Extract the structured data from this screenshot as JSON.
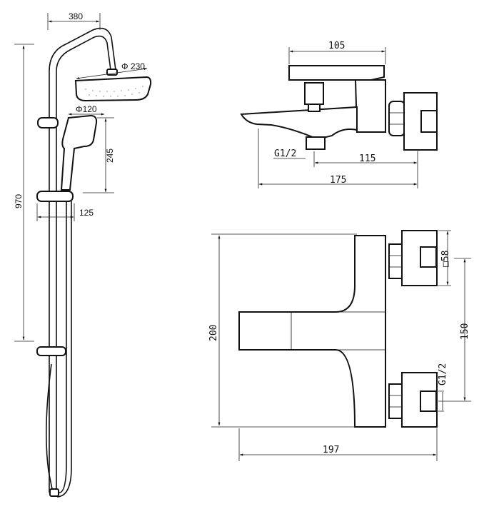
{
  "shower_column": {
    "width_label": "380",
    "head_diameter_label": "Φ 230",
    "hand_diameter_label": "Φ120",
    "hand_height_label": "245",
    "total_height_label": "970",
    "offset_label": "125"
  },
  "side_view": {
    "lever_width_label": "105",
    "thread_label": "G1/2",
    "outlet_distance_label": "115",
    "depth_label": "175"
  },
  "top_view": {
    "height_label": "200",
    "width_label": "197",
    "flange_label": "□58",
    "centers_label": "150",
    "thread_label": "G1/2"
  }
}
